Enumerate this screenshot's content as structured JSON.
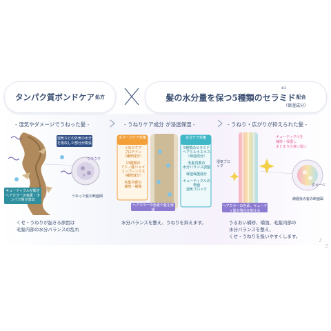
{
  "header": {
    "left_title": "タンパク質ボンドケア",
    "left_suffix": "処方",
    "right_title": "髪の水分量を保つ5種類のセラミド",
    "right_suffix": "配合",
    "right_note": "（保湿成分）",
    "right_sup": "※3"
  },
  "panels": {
    "left": {
      "label": "- 湿気やダメージでうねった髪 -",
      "tags": {
        "blue_tag": "湿気などの外気の水分を吸収した部分が膨張",
        "teal_tag": "キューティクルが開きヘアカラーの色素・タンパク質が流出",
        "sound": "ウネウネ",
        "circle_caption": "うねった髪の断面図"
      },
      "caption_1": "くせ・うねりが起きる原因は",
      "caption_2": "毛髪内部の水分バランスの乱れ"
    },
    "middle": {
      "label": "- うねりケア成分 が浸透保湿 -",
      "left_box_title": "ダメージケア対策",
      "left_items": [
        "うねりケア",
        "プロテイン",
        "（補修成分）",
        "13種類の",
        "アミノ酸ジェイ",
        "コンプレックス",
        "（補修成分）",
        "毛髪内部の",
        "補修・補強"
      ],
      "right_box_title": "水分ケア対策",
      "right_items": [
        "5種類のセラミド",
        "ヘアミルキエキス",
        "（保湿成分）",
        "毛髪内部の",
        "水分バランス調整",
        "保湿保護成分",
        "キューティクルの表面",
        "湿気ブロック"
      ],
      "color_tag": "ヘアカラーの色素や髪を保護",
      "caption": "水分バランスを整え、うねりを抑えます。"
    },
    "right": {
      "label": "- うねり・広がりが抑えられた髪 -",
      "pink_tag_1": "キューティクルを",
      "pink_tag_2": "補修・保護し",
      "pink_tag_3": "まとまりの良い髪に",
      "humidity": "湿気ブロック",
      "damage": "ダメージ",
      "color_tag": "ヘアカラーの色素、キューティ髪の強化を抑える",
      "circle_caption": "綺麗後の髪の断面図",
      "caption_1": "うるおい補修、補強、毛髪内部の",
      "caption_2": "水分バランスを整え、",
      "caption_3": "くせ・うねりを扱いやすくします。"
    }
  },
  "colors": {
    "navy": "#3c4f72",
    "orange": "#f3a03a",
    "teal": "#3fb7c7",
    "pink": "#e8609c",
    "lavender": "#d8d2ef"
  }
}
